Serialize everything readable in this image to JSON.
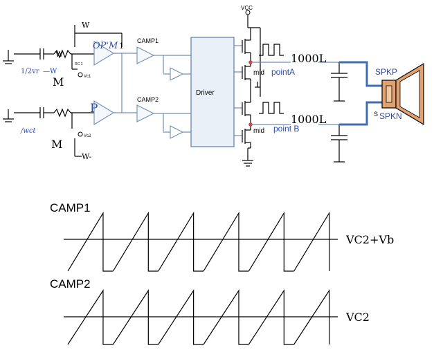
{
  "colors": {
    "wire": "#000000",
    "signal_blue": "#6e8db5",
    "speaker_wire": "#3d6fb0",
    "speaker_orange": "#e0a070",
    "label_blue": "#2b4bb8",
    "node_red": "#d04040"
  },
  "schematic": {
    "vcc_label": "VCC",
    "w_top_label": "W",
    "w_input_label": "W",
    "half_vr_label": "1/2vr",
    "w_dash_label": "—W",
    "rc_label": "RC 1",
    "vc1_label": "Vc1",
    "m_top_label": "M",
    "opm_label": "OP'M",
    "opm_suffix": "1",
    "camp1_label": "CAMP1",
    "camp2_label": "CAMP2",
    "p_label": "P",
    "vct_label": "/wct",
    "vc2_label": "Vc2",
    "m_bottom_label": "M",
    "w_minus_label": "W-",
    "driver_label": "Driver",
    "mid_top_label": "mid",
    "mid_bottom_label": "mid",
    "point_a_label": "pointA",
    "point_b_label": "point B",
    "inductor_top_label": "1000L",
    "inductor_bottom_label": "1000L",
    "spkp_label": "SPKP",
    "spkn_label": "SPKN",
    "spkn_prefix": "S"
  },
  "waveforms": [
    {
      "title": "CAMP1",
      "reference_label": "VC2+Vb",
      "teeth": 6,
      "shape": "sawtooth-rising"
    },
    {
      "title": "CAMP2",
      "reference_label": "VC2",
      "teeth": 6,
      "shape": "sawtooth-rising"
    }
  ]
}
